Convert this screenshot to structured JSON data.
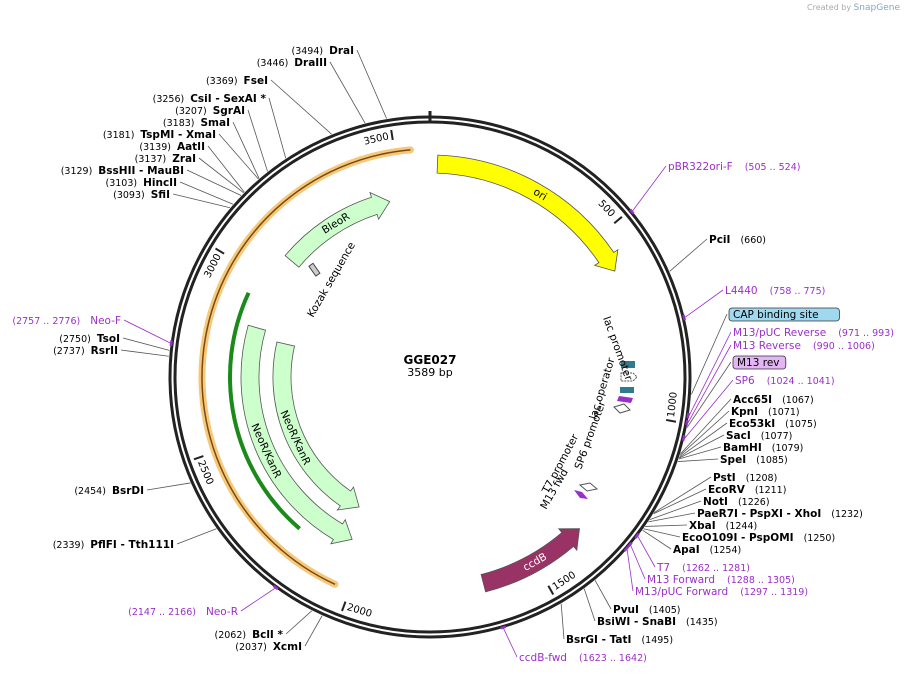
{
  "credit": {
    "prefix": "Created by",
    "brand": "SnapGene"
  },
  "plasmid": {
    "name": "GGE027",
    "length": 3589,
    "length_label": "3589 bp"
  },
  "ticks": [
    {
      "bp": 500,
      "label": "500"
    },
    {
      "bp": 1000,
      "label": "1000"
    },
    {
      "bp": 1500,
      "label": "1500"
    },
    {
      "bp": 2000,
      "label": "2000"
    },
    {
      "bp": 2500,
      "label": "2500"
    },
    {
      "bp": 3000,
      "label": "3000"
    },
    {
      "bp": 3500,
      "label": "3500"
    }
  ],
  "features": [
    {
      "name": "ori",
      "start": 20,
      "end": 600,
      "track": 2,
      "color": "#ffff00",
      "dir": 1
    },
    {
      "name": "ccdB",
      "start": 1350,
      "end": 1650,
      "track": 2,
      "color": "#993366",
      "dir": -1
    },
    {
      "name": "BleoR",
      "start": 3090,
      "end": 3460,
      "track": 3,
      "color": "#ccffcc",
      "dir": 1
    },
    {
      "name": "NeoR/KanR",
      "start": 2050,
      "end": 2850,
      "track": 3,
      "color": "#ccffcc",
      "dir": -1
    },
    {
      "name": "NeoR/KanR",
      "start": 2080,
      "end": 2820,
      "track": 4,
      "color": "#ccffcc",
      "dir": -1
    }
  ],
  "small_labels": [
    {
      "text": "lac promoter"
    },
    {
      "text": "lac operator"
    },
    {
      "text": "T7 promoter"
    },
    {
      "text": "SP6 promoter"
    },
    {
      "text": "M13 fwd"
    },
    {
      "text": "Kozak sequence"
    }
  ],
  "labels": [
    {
      "kind": "primer",
      "name": "pBR322ori-F",
      "range": "(505 .. 524)"
    },
    {
      "kind": "enzyme",
      "name": "PciI",
      "pos": "(660)"
    },
    {
      "kind": "primer",
      "name": "L4440",
      "range": "(758 .. 775)"
    },
    {
      "kind": "box",
      "name": "CAP binding site",
      "fill": "#a0d8ef"
    },
    {
      "kind": "primer",
      "name": "M13/pUC Reverse",
      "range": "(971 .. 993)"
    },
    {
      "kind": "primer",
      "name": "M13 Reverse",
      "range": "(990 .. 1006)"
    },
    {
      "kind": "box",
      "name": "M13 rev",
      "fill": "#e3b5f5"
    },
    {
      "kind": "primer",
      "name": "SP6",
      "range": "(1024 .. 1041)"
    },
    {
      "kind": "enzyme",
      "name": "Acc65I",
      "pos": "(1067)"
    },
    {
      "kind": "enzyme",
      "name": "KpnI",
      "pos": "(1071)"
    },
    {
      "kind": "enzyme",
      "name": "Eco53kI",
      "pos": "(1075)"
    },
    {
      "kind": "enzyme",
      "name": "SacI",
      "pos": "(1077)"
    },
    {
      "kind": "enzyme",
      "name": "BamHI",
      "pos": "(1079)"
    },
    {
      "kind": "enzyme",
      "name": "SpeI",
      "pos": "(1085)"
    },
    {
      "kind": "enzyme",
      "name": "PstI",
      "pos": "(1208)"
    },
    {
      "kind": "enzyme",
      "name": "EcoRV",
      "pos": "(1211)"
    },
    {
      "kind": "enzyme",
      "name": "NotI",
      "pos": "(1226)"
    },
    {
      "kind": "enzyme",
      "name": "PaeR7I  - PspXI  - XhoI",
      "pos": "(1232)"
    },
    {
      "kind": "enzyme",
      "name": "XbaI",
      "pos": "(1244)"
    },
    {
      "kind": "enzyme",
      "name": "EcoO109I  - PspOMI",
      "pos": "(1250)"
    },
    {
      "kind": "enzyme",
      "name": "ApaI",
      "pos": "(1254)"
    },
    {
      "kind": "primer",
      "name": "T7",
      "range": "(1262 .. 1281)"
    },
    {
      "kind": "primer",
      "name": "M13 Forward",
      "range": "(1288 .. 1305)"
    },
    {
      "kind": "primer",
      "name": "M13/pUC Forward",
      "range": "(1297 .. 1319)"
    },
    {
      "kind": "enzyme",
      "name": "PvuI",
      "pos": "(1405)"
    },
    {
      "kind": "enzyme",
      "name": "BsiWI  - SnaBI",
      "pos": "(1435)"
    },
    {
      "kind": "enzyme",
      "name": "BsrGI  - TatI",
      "pos": "(1495)"
    },
    {
      "kind": "primer",
      "name": "ccdB-fwd",
      "range": "(1623 .. 1642)"
    },
    {
      "kind": "enzyme",
      "name": "DraI",
      "pos": "(3494)"
    },
    {
      "kind": "enzyme",
      "name": "DraIII",
      "pos": "(3446)"
    },
    {
      "kind": "enzyme",
      "name": "FseI",
      "pos": "(3369)"
    },
    {
      "kind": "enzyme",
      "name": "CsiI  - SexAI *",
      "pos": "(3256)"
    },
    {
      "kind": "enzyme",
      "name": "SgrAI",
      "pos": "(3207)"
    },
    {
      "kind": "enzyme",
      "name": "SmaI",
      "pos": "(3183)"
    },
    {
      "kind": "enzyme",
      "name": "TspMI  - XmaI",
      "pos": "(3181)"
    },
    {
      "kind": "enzyme",
      "name": "AatII",
      "pos": "(3139)"
    },
    {
      "kind": "enzyme",
      "name": "ZraI",
      "pos": "(3137)"
    },
    {
      "kind": "enzyme",
      "name": "BssHII  - MauBI",
      "pos": "(3129)"
    },
    {
      "kind": "enzyme",
      "name": "HincII",
      "pos": "(3103)"
    },
    {
      "kind": "enzyme",
      "name": "SfiI",
      "pos": "(3093)"
    },
    {
      "kind": "primer",
      "name": "Neo-F",
      "range": "(2757 .. 2776)"
    },
    {
      "kind": "enzyme",
      "name": "TsoI",
      "pos": "(2750)"
    },
    {
      "kind": "enzyme",
      "name": "RsrII",
      "pos": "(2737)"
    },
    {
      "kind": "enzyme",
      "name": "BsrDI",
      "pos": "(2454)"
    },
    {
      "kind": "enzyme",
      "name": "PflFI  - Tth111I",
      "pos": "(2339)"
    },
    {
      "kind": "primer",
      "name": "Neo-R",
      "range": "(2147 .. 2166)"
    },
    {
      "kind": "enzyme",
      "name": "BclI *",
      "pos": "(2062)"
    },
    {
      "kind": "enzyme",
      "name": "XcmI",
      "pos": "(2037)"
    }
  ]
}
